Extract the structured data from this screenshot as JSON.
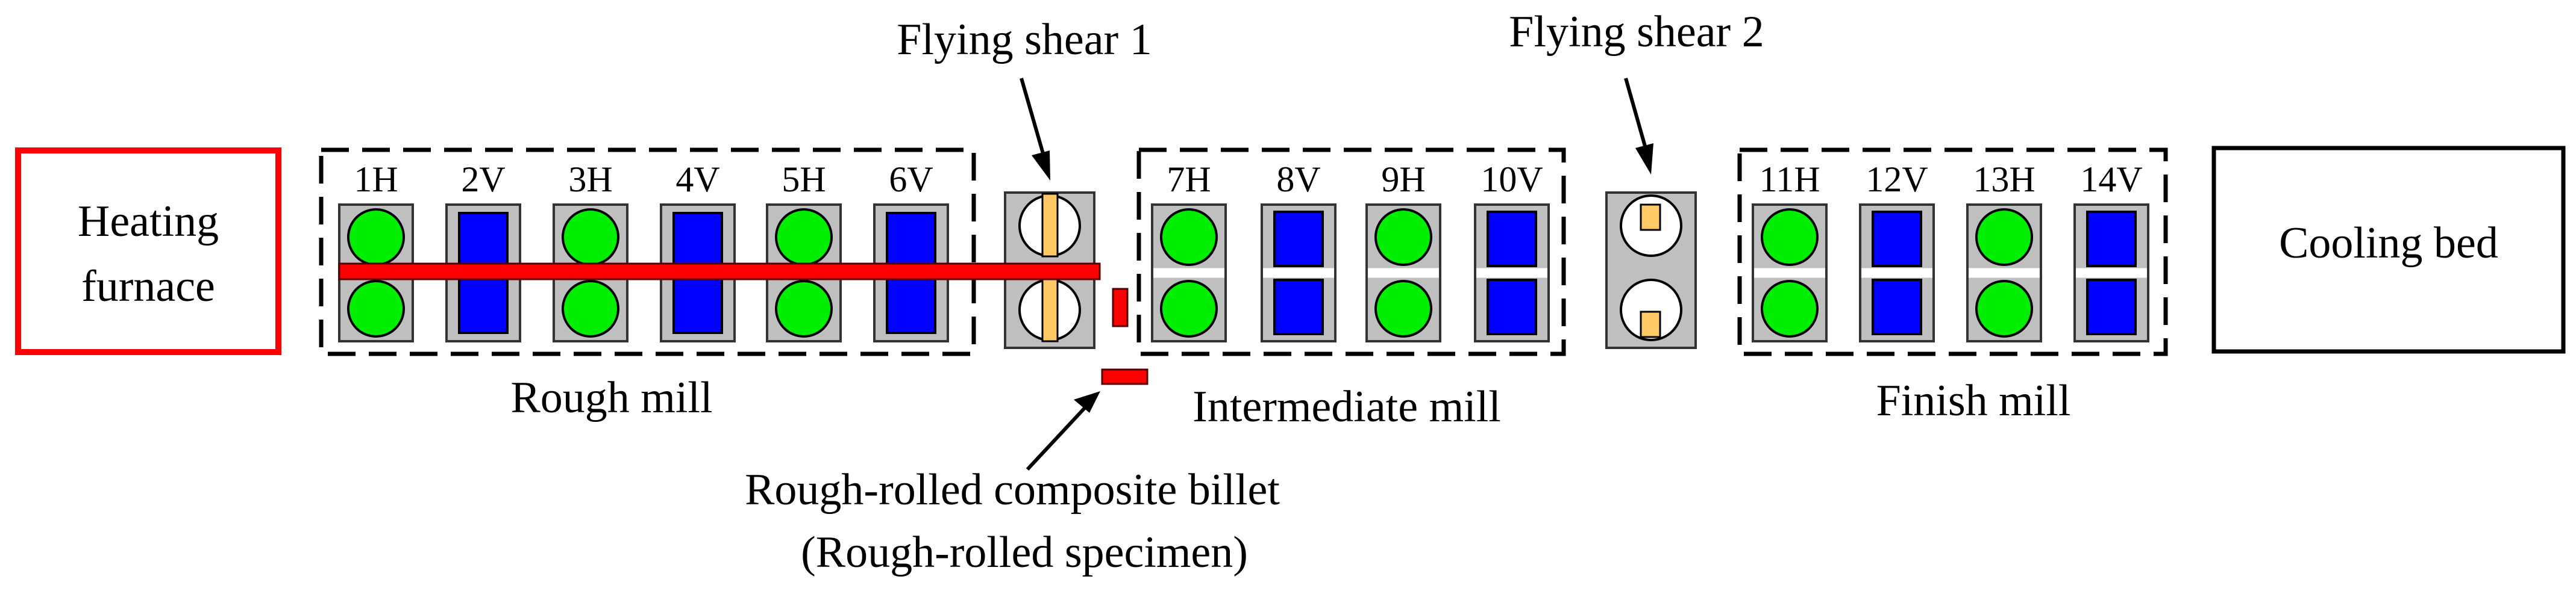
{
  "title": "",
  "labels": {
    "heating_furnace_line1": "Heating",
    "heating_furnace_line2": "furnace",
    "cooling_bed": "Cooling bed",
    "rough_mill": "Rough mill",
    "intermediate_mill": "Intermediate mill",
    "finish_mill": "Finish mill",
    "flying_shear_1": "Flying shear 1",
    "flying_shear_2": "Flying shear 2",
    "billet_line1": "Rough-rolled composite billet",
    "billet_line2": "(Rough-rolled specimen)"
  },
  "stands": [
    {
      "id": "1H",
      "type": "H",
      "mill": "rough"
    },
    {
      "id": "2V",
      "type": "V",
      "mill": "rough"
    },
    {
      "id": "3H",
      "type": "H",
      "mill": "rough"
    },
    {
      "id": "4V",
      "type": "V",
      "mill": "rough"
    },
    {
      "id": "5H",
      "type": "H",
      "mill": "rough"
    },
    {
      "id": "6V",
      "type": "V",
      "mill": "rough"
    },
    {
      "id": "7H",
      "type": "H",
      "mill": "intermediate"
    },
    {
      "id": "8V",
      "type": "V",
      "mill": "intermediate"
    },
    {
      "id": "9H",
      "type": "H",
      "mill": "intermediate"
    },
    {
      "id": "10V",
      "type": "V",
      "mill": "intermediate"
    },
    {
      "id": "11H",
      "type": "H",
      "mill": "finish"
    },
    {
      "id": "12V",
      "type": "V",
      "mill": "finish"
    },
    {
      "id": "13H",
      "type": "H",
      "mill": "finish"
    },
    {
      "id": "14V",
      "type": "V",
      "mill": "finish"
    }
  ],
  "colors": {
    "furnace_border": "#ff0000",
    "billet": "#ff0000",
    "horizontal_roll": "#00ee00",
    "vertical_roll": "#0000ff",
    "stand_housing": "#bfbfbf",
    "shear_blade": "#ffc966",
    "outline": "#000000"
  },
  "icons": {
    "horizontal_stand": "green-circle-roll-pair-icon",
    "vertical_stand": "blue-square-roll-pair-icon",
    "flying_shear": "rotating-drum-shear-icon"
  }
}
